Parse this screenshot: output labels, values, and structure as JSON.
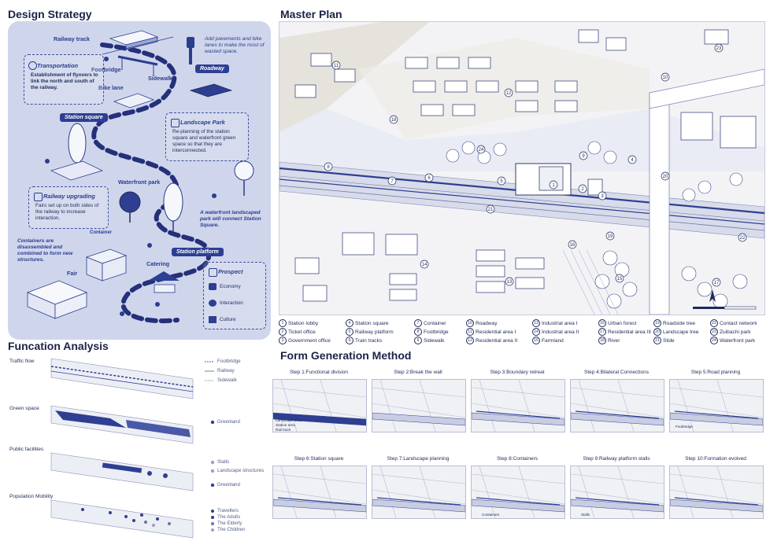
{
  "headings": {
    "design_strategy": "Design Strategy",
    "master_plan": "Master Plan",
    "function_analysis": "Funcation Analysis",
    "form_generation": "Form Generation Method"
  },
  "design_strategy": {
    "labels": {
      "railway_track": "Railway track",
      "footbridge": "Footbridge",
      "bike_lane": "Bike lane",
      "sidewalk": "Sidewalk",
      "waterfront_park": "Waterfront park",
      "container": "Container",
      "fair": "Fair",
      "catering": "Catering"
    },
    "badges": {
      "roadway": "Roadway",
      "station_square": "Station square",
      "station_platform": "Station platform"
    },
    "notes": {
      "pavements": "Add pavements and bike lanes to make the most of wasted space.",
      "waterfront": "A waterfront landscaped park will connect Station Square.",
      "containers": "Containers are disassembled and combined to form new structures."
    },
    "cards": {
      "transportation": {
        "title": "Transportation",
        "text": "Establishment of flyovers to link the north and south of the railway."
      },
      "landscape": {
        "title": "Landscape Park",
        "text": "Re-planning of the station square and waterfront green space so that they are interconnected."
      },
      "railway": {
        "title": "Railway upgrading",
        "text": "Fairs set up on both sides of the railway to increase interaction."
      }
    },
    "prospect": {
      "title": "Prospect",
      "items": [
        "Economy",
        "Interaction",
        "Culture"
      ]
    }
  },
  "master_plan": {
    "legend": [
      {
        "n": "1",
        "label": "Station lobby"
      },
      {
        "n": "2",
        "label": "Ticket office"
      },
      {
        "n": "3",
        "label": "Government office"
      },
      {
        "n": "4",
        "label": "Station square"
      },
      {
        "n": "5",
        "label": "Railway platform"
      },
      {
        "n": "6",
        "label": "Train tracks"
      },
      {
        "n": "7",
        "label": "Container"
      },
      {
        "n": "8",
        "label": "Footbridge"
      },
      {
        "n": "9",
        "label": "Sidewalk"
      },
      {
        "n": "10",
        "label": "Roadway"
      },
      {
        "n": "11",
        "label": "Residential area I"
      },
      {
        "n": "12",
        "label": "Residential area II"
      },
      {
        "n": "13",
        "label": "Industrial area I"
      },
      {
        "n": "14",
        "label": "Industrial area II"
      },
      {
        "n": "15",
        "label": "Farmland"
      },
      {
        "n": "16",
        "label": "Urban forest"
      },
      {
        "n": "17",
        "label": "Residential area III"
      },
      {
        "n": "18",
        "label": "River"
      },
      {
        "n": "19",
        "label": "Roadside tree"
      },
      {
        "n": "20",
        "label": "Landscape tree"
      },
      {
        "n": "21",
        "label": "Slide"
      },
      {
        "n": "22",
        "label": "Contact network"
      },
      {
        "n": "23",
        "label": "Zuibachi park"
      },
      {
        "n": "24",
        "label": "Waterfront park"
      }
    ],
    "map_numbers": [
      "1",
      "2",
      "3",
      "4",
      "5",
      "6",
      "7",
      "8",
      "9",
      "10",
      "11",
      "12",
      "13",
      "14",
      "15",
      "16",
      "17",
      "18",
      "19",
      "20",
      "21",
      "22",
      "23",
      "24"
    ]
  },
  "function_analysis": {
    "rows": [
      {
        "label": "Traffic flow",
        "legend": [
          "Footbridge",
          "Railway",
          "Sidewalk"
        ]
      },
      {
        "label": "Green space",
        "legend": [
          "Greenland"
        ]
      },
      {
        "label": "Public facilities",
        "legend": [
          "Stalls",
          "Landscape structures",
          "Greenland"
        ]
      },
      {
        "label": "Population Mobility",
        "legend": [
          "Travellers",
          "The Adults",
          "The Elderly",
          "The Children"
        ]
      }
    ]
  },
  "form_generation": {
    "steps": [
      "Step 1:Functional division",
      "Step 2:Break the wall",
      "Step 3:Boundary retreat",
      "Step 4:Bilateral Connections",
      "Step 5:Road planning",
      "Step 6:Station square",
      "Step 7:Landscape planning",
      "Step 8:Containers",
      "Step 9:Railway platform stalls",
      "Step 10:Formation evolved"
    ],
    "step1_legend": [
      "Landscape area",
      "Station area",
      "Rail track"
    ],
    "step5_note": "Footbridge",
    "step8_note": "Containers",
    "step9_note": "Stalls"
  },
  "colors": {
    "accent": "#2e3f92",
    "panel": "#cfd6ec",
    "text": "#1e2a5a"
  }
}
